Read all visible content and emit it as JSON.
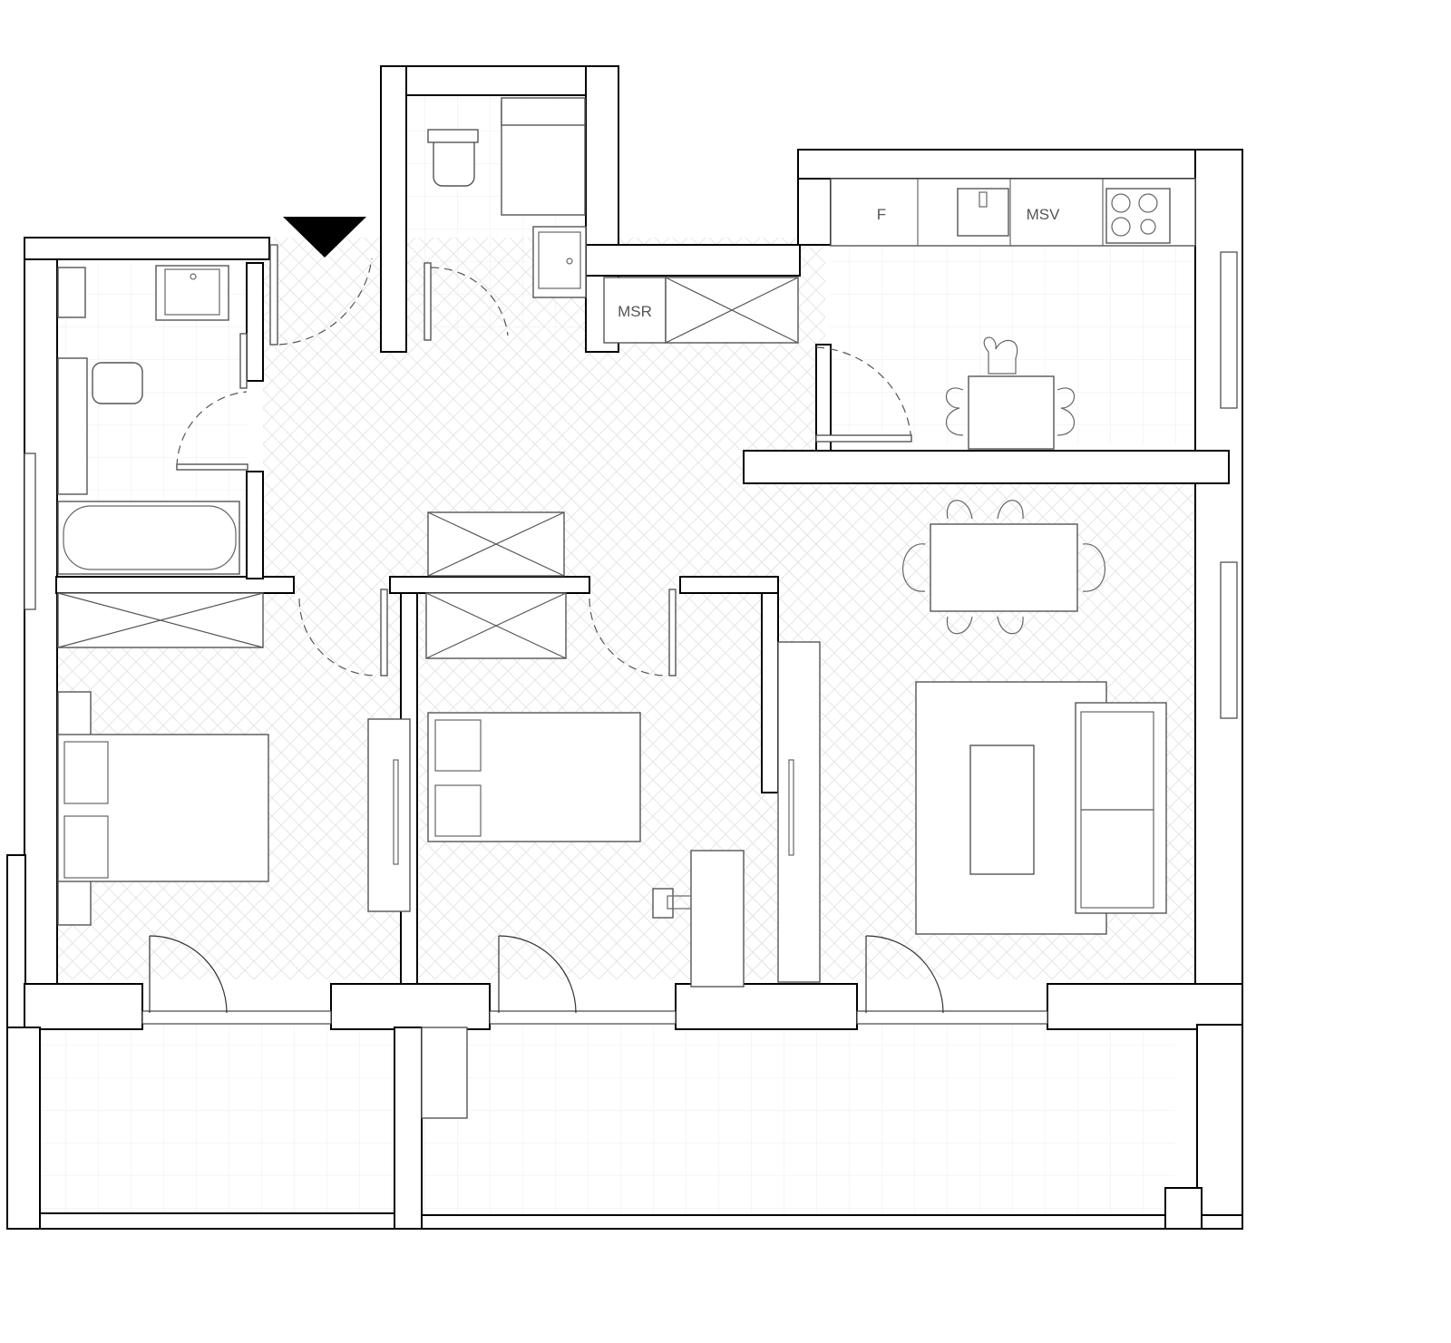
{
  "plan": {
    "labels": {
      "fridge": "F",
      "msv": "MSV",
      "msr": "MSR"
    },
    "colors": {
      "wall_line": "#000000",
      "fixture_line": "#555555",
      "floor_pattern": "#e6e6e6",
      "entrance_marker": "#000000",
      "background": "#ffffff"
    }
  }
}
